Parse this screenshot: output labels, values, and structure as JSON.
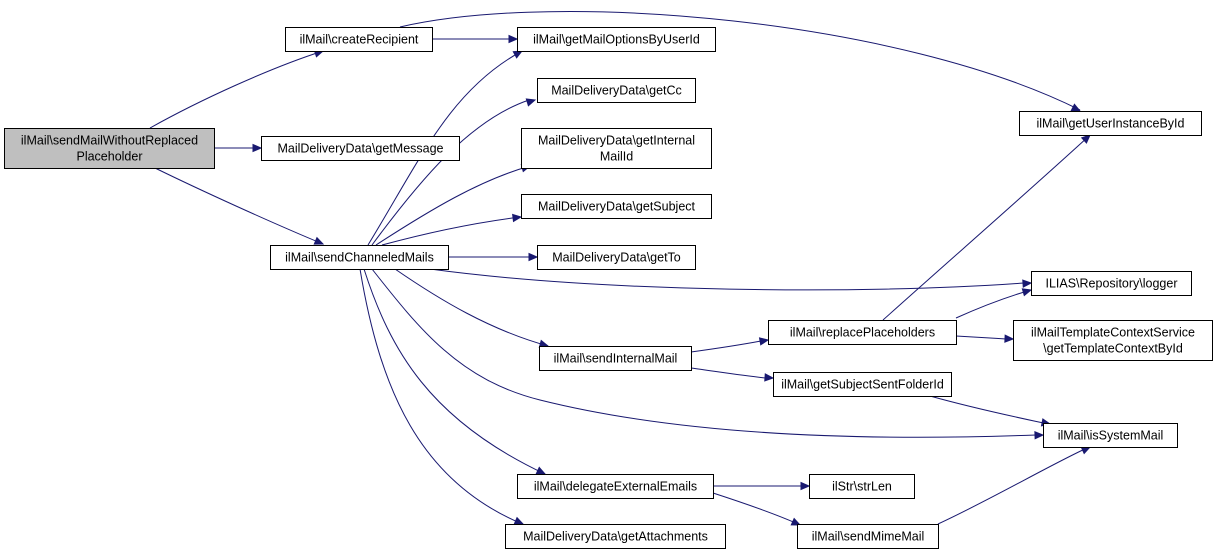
{
  "diagram": {
    "type": "call-graph",
    "colors": {
      "edge": "#191970",
      "root_fill": "#bfbfbf",
      "node_fill": "#ffffff",
      "node_border": "#000000"
    },
    "nodes": [
      {
        "id": "sendMailWithoutReplacedPlaceholder",
        "lines": [
          "ilMail\\sendMailWithoutReplaced",
          "Placeholder"
        ],
        "root": true
      },
      {
        "id": "createRecipient",
        "lines": [
          "ilMail\\createRecipient"
        ]
      },
      {
        "id": "getMessage",
        "lines": [
          "MailDeliveryData\\getMessage"
        ]
      },
      {
        "id": "sendChanneledMails",
        "lines": [
          "ilMail\\sendChanneledMails"
        ]
      },
      {
        "id": "getMailOptionsByUserId",
        "lines": [
          "ilMail\\getMailOptionsByUserId"
        ]
      },
      {
        "id": "getCc",
        "lines": [
          "MailDeliveryData\\getCc"
        ]
      },
      {
        "id": "getInternalMailId",
        "lines": [
          "MailDeliveryData\\getInternal",
          "MailId"
        ]
      },
      {
        "id": "getSubject",
        "lines": [
          "MailDeliveryData\\getSubject"
        ]
      },
      {
        "id": "getTo",
        "lines": [
          "MailDeliveryData\\getTo"
        ]
      },
      {
        "id": "sendInternalMail",
        "lines": [
          "ilMail\\sendInternalMail"
        ]
      },
      {
        "id": "delegateExternalEmails",
        "lines": [
          "ilMail\\delegateExternalEmails"
        ]
      },
      {
        "id": "getAttachments",
        "lines": [
          "MailDeliveryData\\getAttachments"
        ]
      },
      {
        "id": "replacePlaceholders",
        "lines": [
          "ilMail\\replacePlaceholders"
        ]
      },
      {
        "id": "getSubjectSentFolderId",
        "lines": [
          "ilMail\\getSubjectSentFolderId"
        ]
      },
      {
        "id": "strLen",
        "lines": [
          "ilStr\\strLen"
        ]
      },
      {
        "id": "sendMimeMail",
        "lines": [
          "ilMail\\sendMimeMail"
        ]
      },
      {
        "id": "getUserInstanceById",
        "lines": [
          "ilMail\\getUserInstanceById"
        ]
      },
      {
        "id": "logger",
        "lines": [
          "ILIAS\\Repository\\logger"
        ]
      },
      {
        "id": "getTemplateContextById",
        "lines": [
          "ilMailTemplateContextService",
          "\\getTemplateContextById"
        ]
      },
      {
        "id": "isSystemMail",
        "lines": [
          "ilMail\\isSystemMail"
        ]
      }
    ],
    "edges": [
      {
        "from": "sendMailWithoutReplacedPlaceholder",
        "to": "createRecipient"
      },
      {
        "from": "sendMailWithoutReplacedPlaceholder",
        "to": "getMessage"
      },
      {
        "from": "sendMailWithoutReplacedPlaceholder",
        "to": "sendChanneledMails"
      },
      {
        "from": "createRecipient",
        "to": "getMailOptionsByUserId"
      },
      {
        "from": "createRecipient",
        "to": "getUserInstanceById"
      },
      {
        "from": "sendChanneledMails",
        "to": "getMailOptionsByUserId"
      },
      {
        "from": "sendChanneledMails",
        "to": "getCc"
      },
      {
        "from": "sendChanneledMails",
        "to": "getInternalMailId"
      },
      {
        "from": "sendChanneledMails",
        "to": "getSubject"
      },
      {
        "from": "sendChanneledMails",
        "to": "getTo"
      },
      {
        "from": "sendChanneledMails",
        "to": "logger"
      },
      {
        "from": "sendChanneledMails",
        "to": "sendInternalMail"
      },
      {
        "from": "sendChanneledMails",
        "to": "isSystemMail"
      },
      {
        "from": "sendChanneledMails",
        "to": "delegateExternalEmails"
      },
      {
        "from": "sendChanneledMails",
        "to": "getAttachments"
      },
      {
        "from": "sendInternalMail",
        "to": "replacePlaceholders"
      },
      {
        "from": "sendInternalMail",
        "to": "getSubjectSentFolderId"
      },
      {
        "from": "replacePlaceholders",
        "to": "getUserInstanceById"
      },
      {
        "from": "replacePlaceholders",
        "to": "logger"
      },
      {
        "from": "replacePlaceholders",
        "to": "getTemplateContextById"
      },
      {
        "from": "getSubjectSentFolderId",
        "to": "isSystemMail"
      },
      {
        "from": "delegateExternalEmails",
        "to": "strLen"
      },
      {
        "from": "delegateExternalEmails",
        "to": "sendMimeMail"
      },
      {
        "from": "sendMimeMail",
        "to": "isSystemMail"
      }
    ]
  }
}
